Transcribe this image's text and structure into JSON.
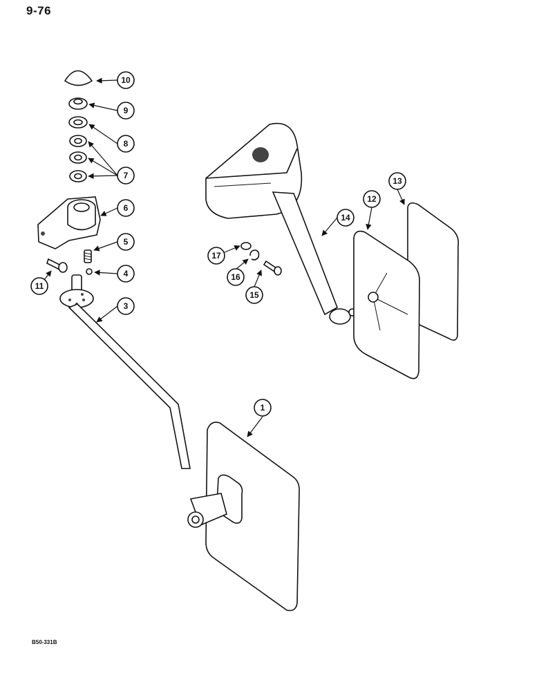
{
  "page_number": "9-76",
  "figure_code": "B50-331B",
  "callouts": [
    "1",
    "3",
    "4",
    "5",
    "6",
    "7",
    "8",
    "9",
    "10",
    "11",
    "12",
    "13",
    "14",
    "15",
    "16",
    "17"
  ]
}
